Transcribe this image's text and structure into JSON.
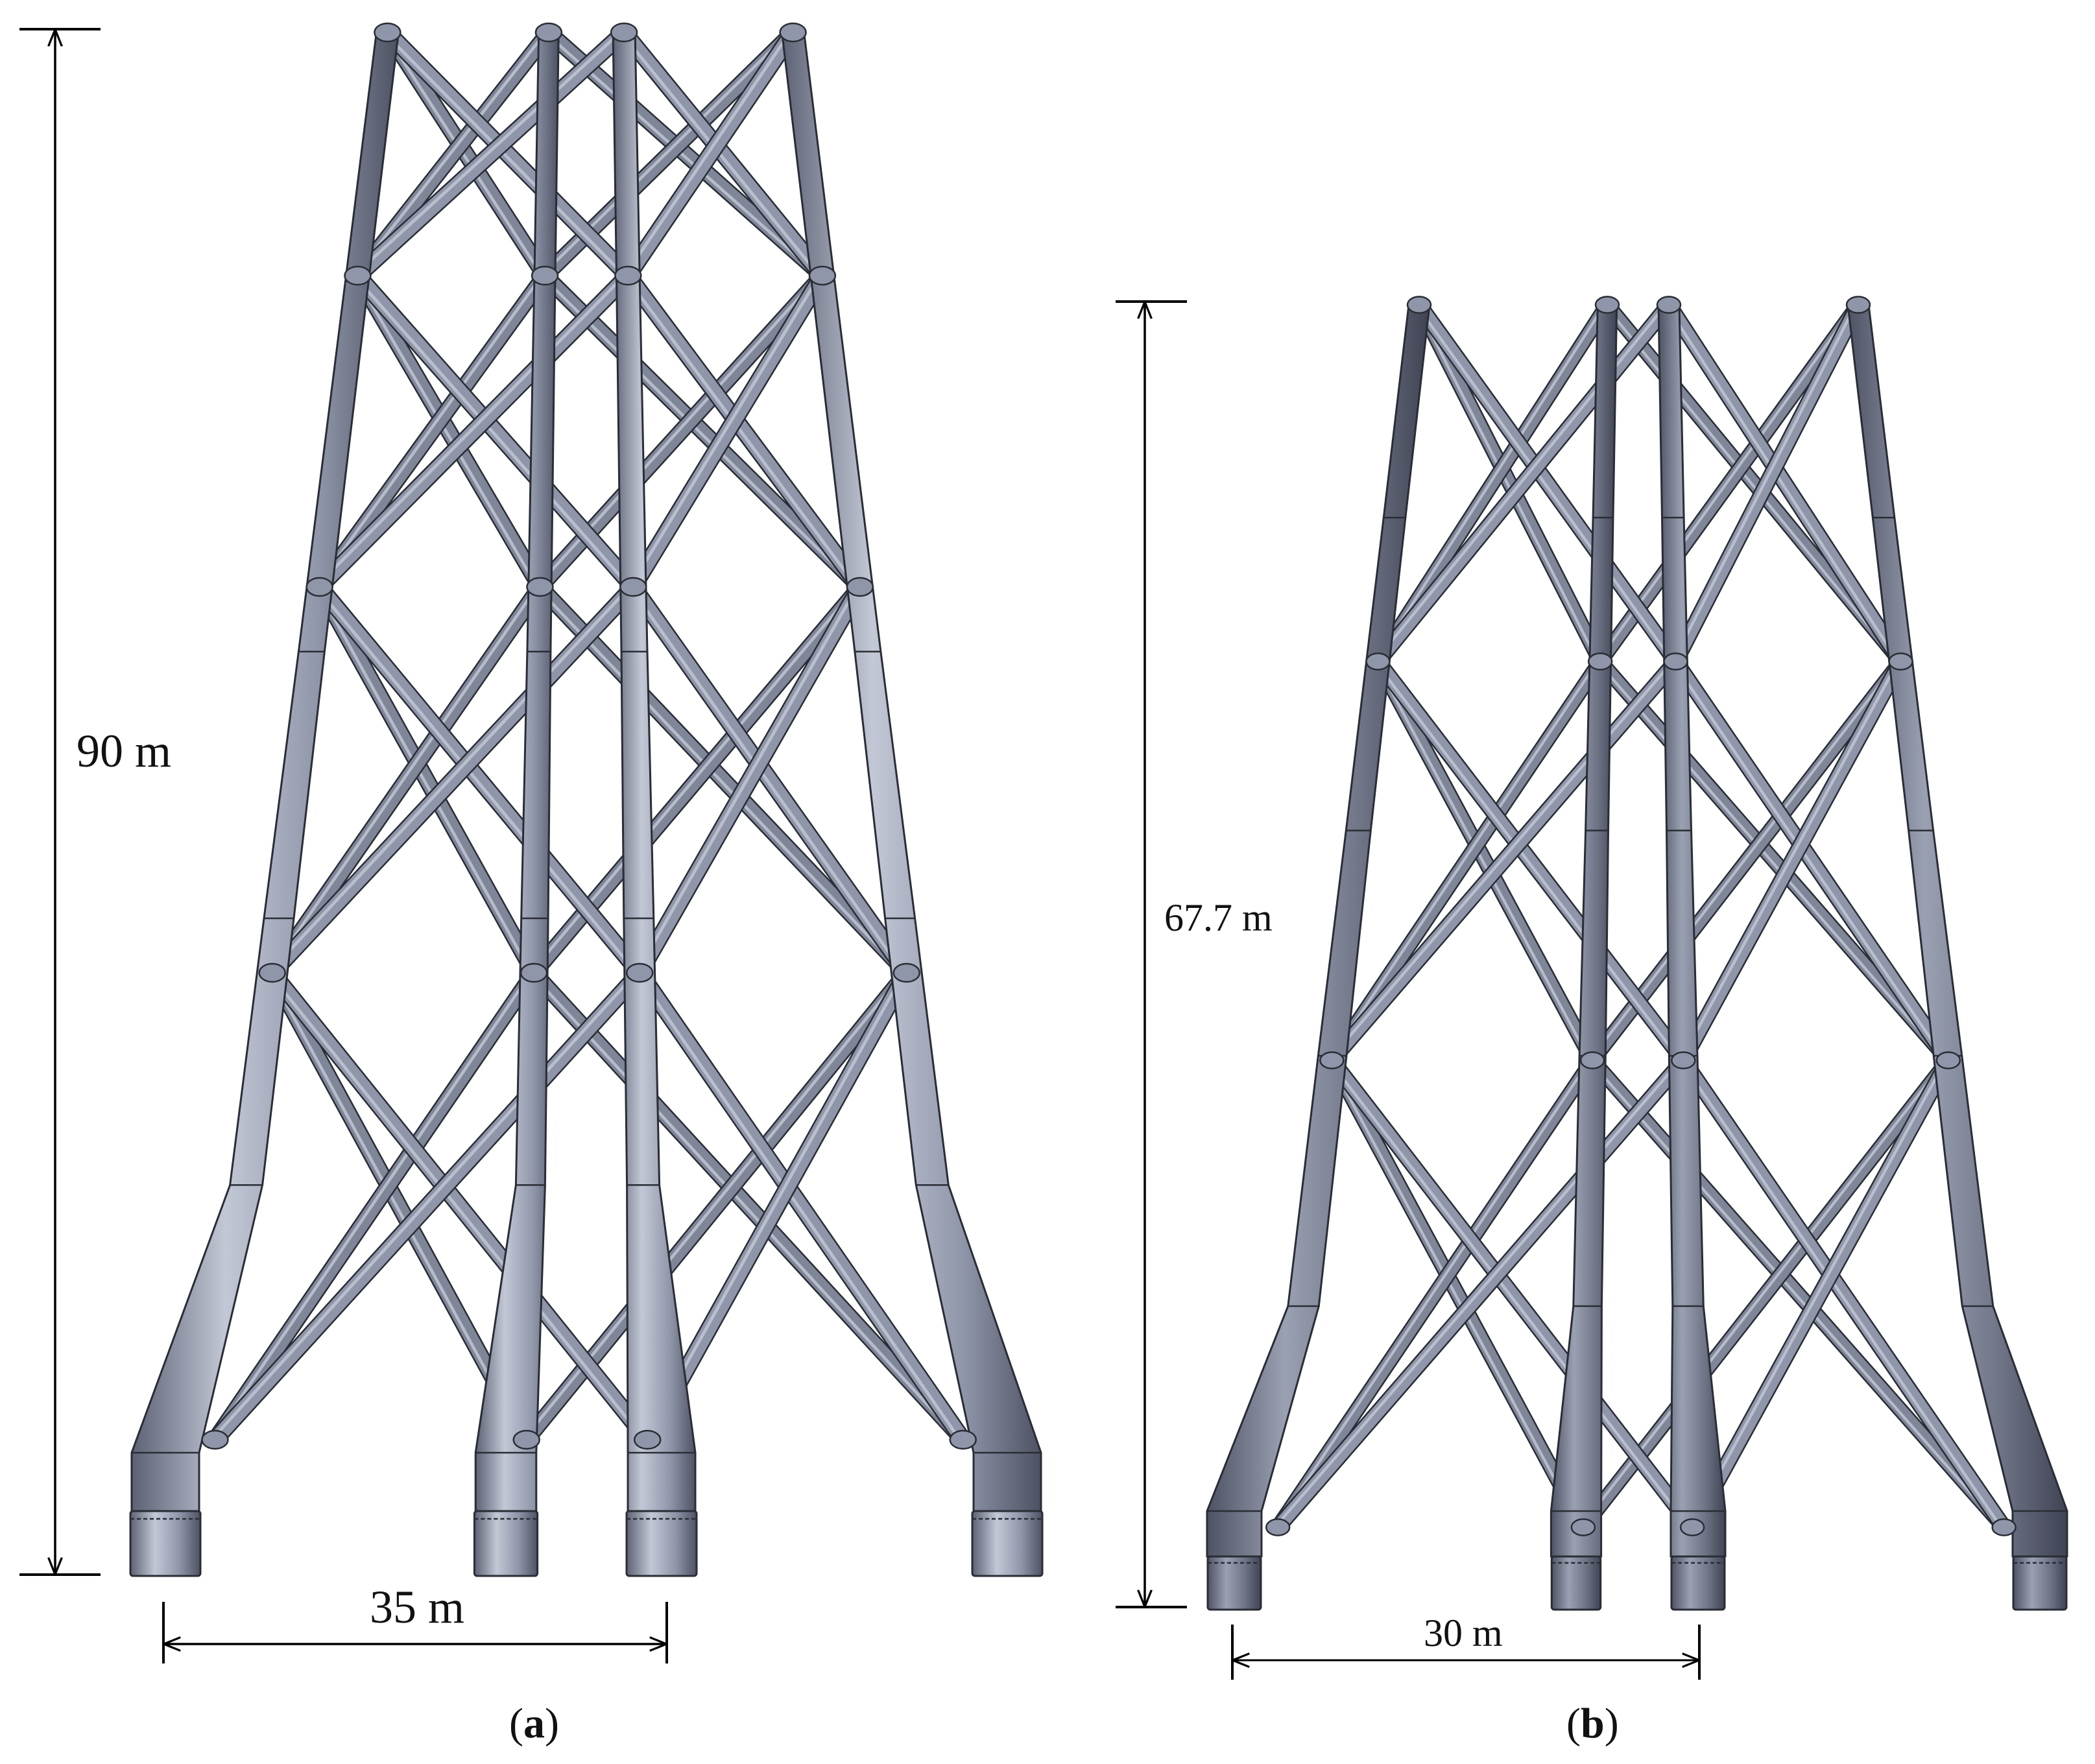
{
  "colors": {
    "steel": "#8f96a9",
    "steel_light": "#c5cad8",
    "steel_dark": "#595f70",
    "outline": "#2a2d35",
    "dimension": "#000000",
    "background": "#ffffff"
  },
  "panels": [
    {
      "id": "a",
      "label_open": "(",
      "label_letter": "a",
      "label_close": ")",
      "height_label": "90 m",
      "width_label": "35 m"
    },
    {
      "id": "b",
      "label_open": "(",
      "label_letter": "b",
      "label_close": ")",
      "height_label": "67.7 m",
      "width_label": "30 m"
    }
  ]
}
